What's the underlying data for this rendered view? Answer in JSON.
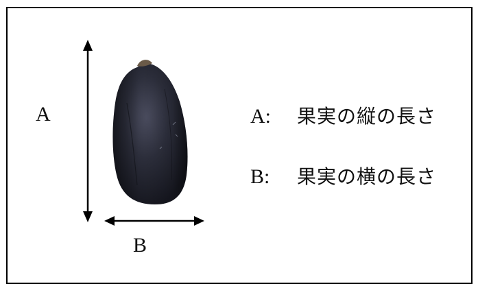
{
  "diagram": {
    "label_a": "A",
    "label_b": "B",
    "legend": [
      {
        "key": "A:",
        "text": "果実の縦の長さ"
      },
      {
        "key": "B:",
        "text": "果実の横の長さ"
      }
    ],
    "colors": {
      "seed_dark": "#1e1f2a",
      "seed_mid": "#3a3c4c",
      "seed_tip": "#6a5a48",
      "arrow": "#000000",
      "border": "#000000"
    },
    "icons": [
      "arrow-vertical-icon",
      "arrow-horizontal-icon",
      "fruit-image"
    ]
  }
}
